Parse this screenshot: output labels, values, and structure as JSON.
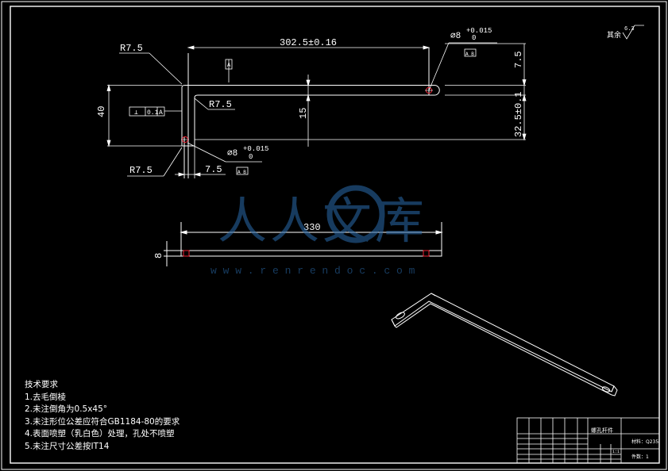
{
  "dimensions": {
    "overall_length": "302.5±0.16",
    "radius": "R7.5",
    "hole_dia": "⌀8",
    "hole_tol_upper": "+0.015",
    "hole_tol_lower": "0",
    "datum_a": "A",
    "datum_b": "B",
    "height": "40",
    "width_15": "15",
    "dim_7_5": "7.5",
    "dim_32_5": "32.5±0.1",
    "flat_length": "330",
    "thickness": "8"
  },
  "feature_control": {
    "tolerance": "0.1",
    "datum": "A"
  },
  "position_ref": "A B",
  "surface_finish": {
    "label": "其余",
    "value": "6.3"
  },
  "watermark": {
    "text": "人人文库",
    "url": "w w w . r e n r e n d o c . c o m"
  },
  "technical_requirements": {
    "title": "技术要求",
    "items": [
      "1.去毛倒棱",
      "2.未注倒角为0.5x45°",
      "3.未注形位公差应符合GB1184-80的要求",
      "4.表面喷塑（乳白色）处理，孔处不喷塑",
      "5.未注尺寸公差按IT14"
    ]
  },
  "title_block": {
    "part_name": "螺孔杆件",
    "material": "材料：Q235",
    "scale": "1:1",
    "sheet": "件数：1"
  }
}
